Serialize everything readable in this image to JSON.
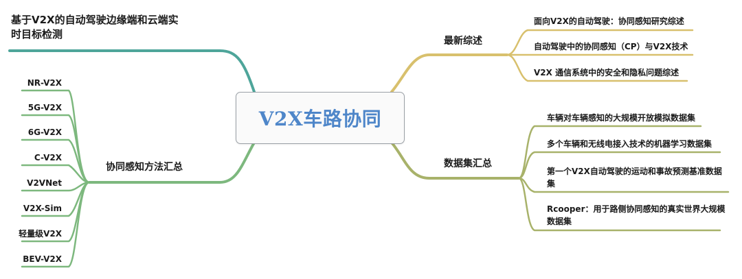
{
  "central": {
    "label": "V2X车路协同"
  },
  "top_left": {
    "label": "基于V2X的自动驾驶边缘端和云端实时目标检测",
    "line1": "基于V2X的自动驾驶边缘端和云端实",
    "line2": "时目标检测"
  },
  "methods": {
    "label": "协同感知方法汇总",
    "items": [
      "NR-V2X",
      "5G-V2X",
      "6G-V2X",
      "C-V2X",
      "V2VNet",
      "V2X-Sim",
      "轻量级V2X",
      "BEV-V2X"
    ]
  },
  "reviews": {
    "label": "最新综述",
    "items": [
      "面向V2X的自动驾驶：协同感知研究综述",
      "自动驾驶中的协同感知（CP）与V2X技术",
      "V2X 通信系统中的安全和隐私问题综述"
    ]
  },
  "datasets": {
    "label": "数据集汇总",
    "items": [
      {
        "line1": "车辆对车辆感知的大规模开放模拟数据集",
        "line2": ""
      },
      {
        "line1": "多个车辆和无线电接入技术的机器学习数据集",
        "line2": ""
      },
      {
        "line1": "第一个V2X自动驾驶的运动和事故预测基准数据",
        "line2": "集"
      },
      {
        "line1": "Rcooper：用于路侧协同感知的真实世界大规模",
        "line2": "数据集"
      }
    ]
  },
  "colors": {
    "teal": "#4ea59a",
    "green": "#7db87e",
    "gold": "#d8c06d",
    "olive": "#a8b26a",
    "center_text": "#4e86c9"
  }
}
